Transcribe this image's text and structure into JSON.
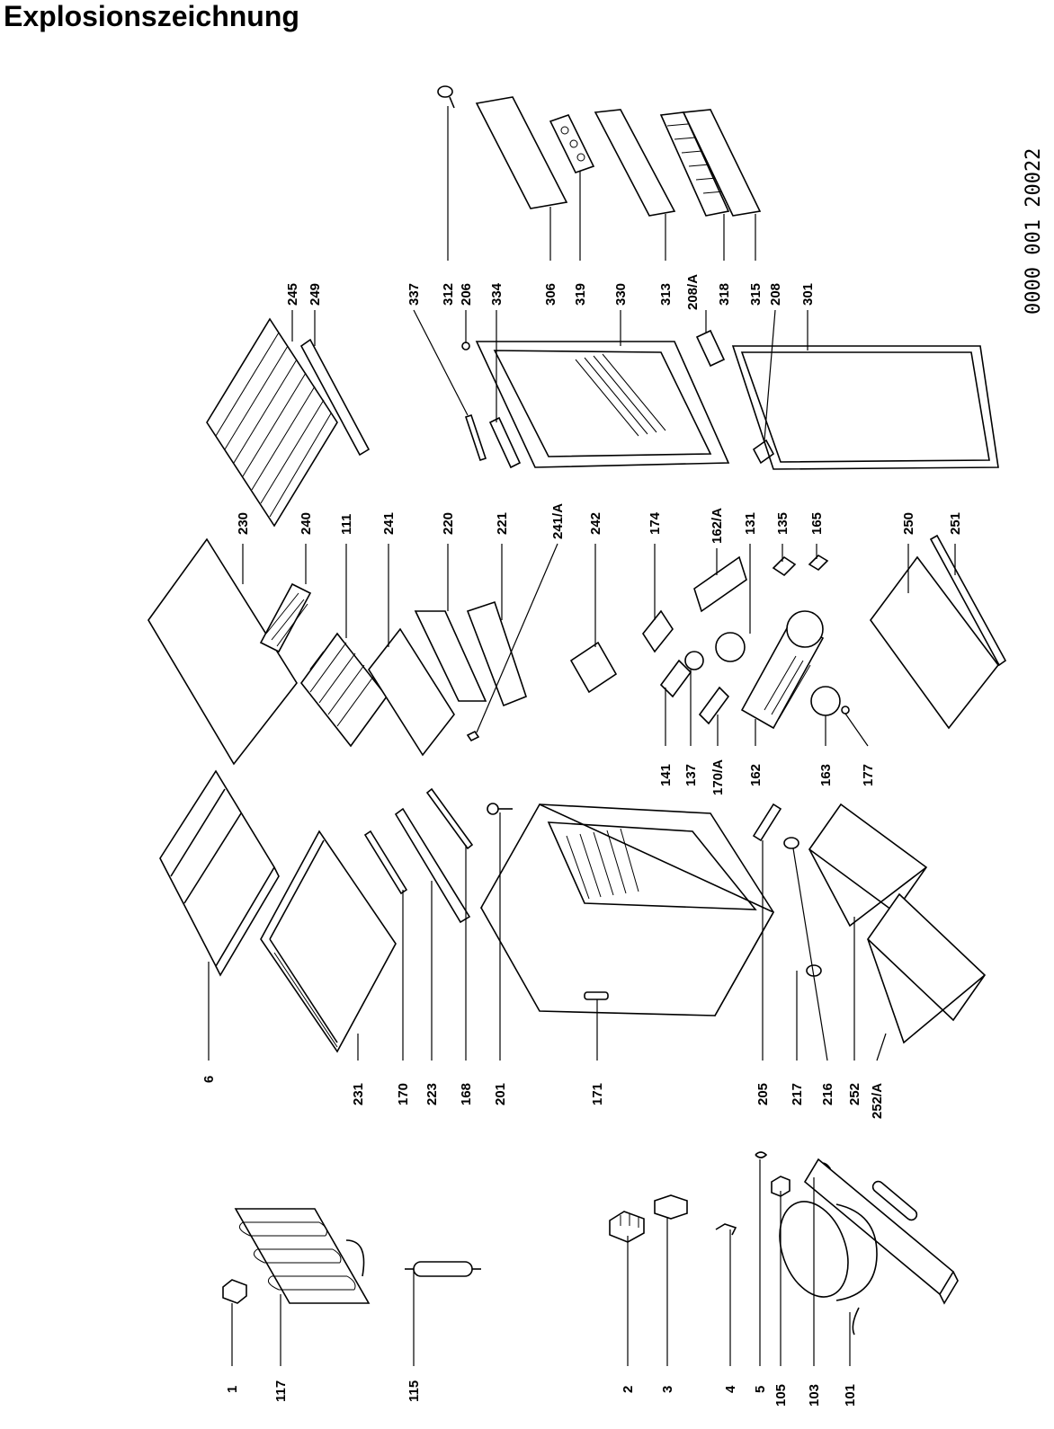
{
  "title": "Explosionszeichnung",
  "document_code": "0000 001 20022",
  "part_numbers": [
    "1",
    "117",
    "115",
    "2",
    "3",
    "4",
    "5",
    "105",
    "103",
    "101",
    "6",
    "231",
    "170",
    "223",
    "168",
    "201",
    "171",
    "205",
    "217",
    "216",
    "252",
    "252/A",
    "141",
    "137",
    "170/A",
    "162",
    "163",
    "177",
    "230",
    "240",
    "111",
    "241",
    "220",
    "221",
    "241/A",
    "242",
    "174",
    "162/A",
    "131",
    "135",
    "165",
    "250",
    "251",
    "245",
    "249",
    "337",
    "312",
    "206",
    "334",
    "306",
    "319",
    "330",
    "313",
    "208/A",
    "318",
    "315",
    "208",
    "301"
  ]
}
